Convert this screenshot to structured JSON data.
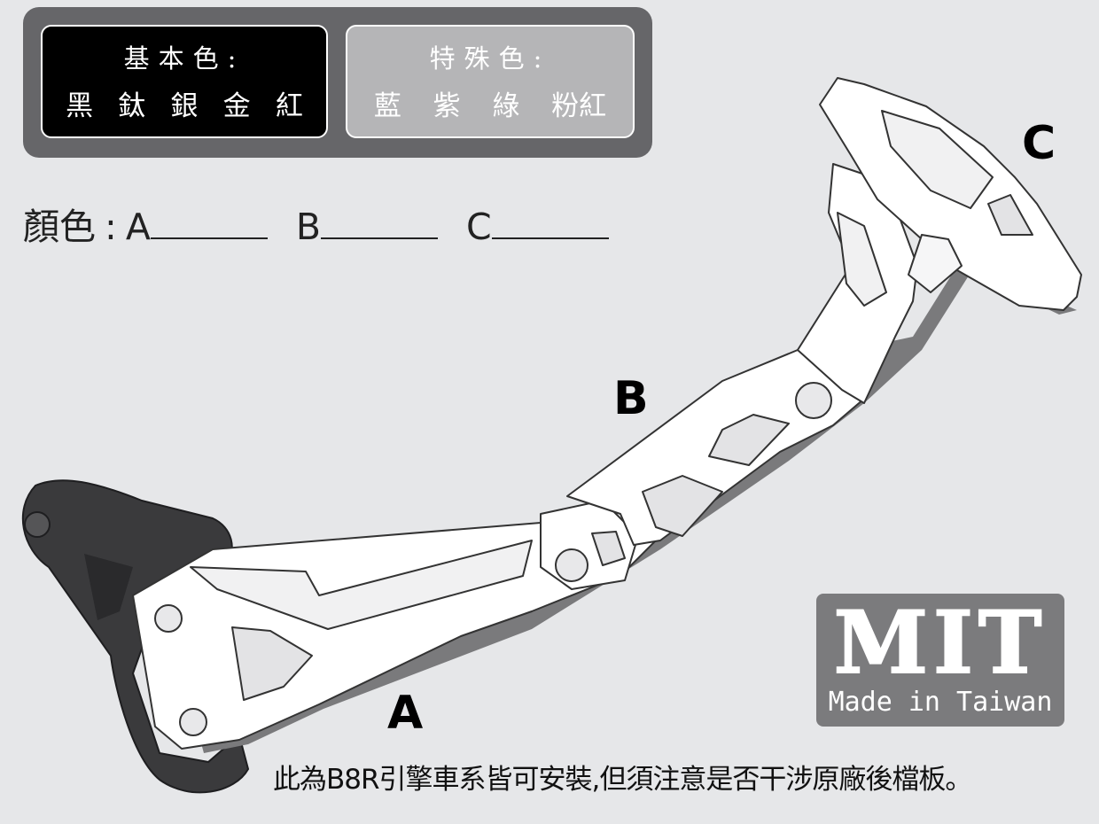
{
  "color_panel": {
    "basic": {
      "title": "基本色:",
      "values": [
        "黑",
        "鈦",
        "銀",
        "金",
        "紅"
      ]
    },
    "special": {
      "title": "特殊色:",
      "values": [
        "藍",
        "紫",
        "綠",
        "粉紅"
      ]
    },
    "colors": {
      "panel_bg": "#666669",
      "basic_bg": "#000000",
      "special_bg": "#b5b5b7"
    }
  },
  "color_fill": {
    "label": "顏色",
    "separator": ":",
    "slots": [
      "A",
      "B",
      "C"
    ]
  },
  "part_labels": [
    "A",
    "B",
    "C"
  ],
  "badge": {
    "main": "MIT",
    "sub": "Made in Taiwan"
  },
  "footer_note": "此為B8R引擎車系皆可安裝,但須注意是否干涉原廠後檔板。",
  "image": {
    "subject": "bracket-illustration",
    "colors": {
      "bracket": "#ffffff",
      "outline": "#333333",
      "plate": "#3a3a3c",
      "background": "#e6e7e9"
    }
  }
}
